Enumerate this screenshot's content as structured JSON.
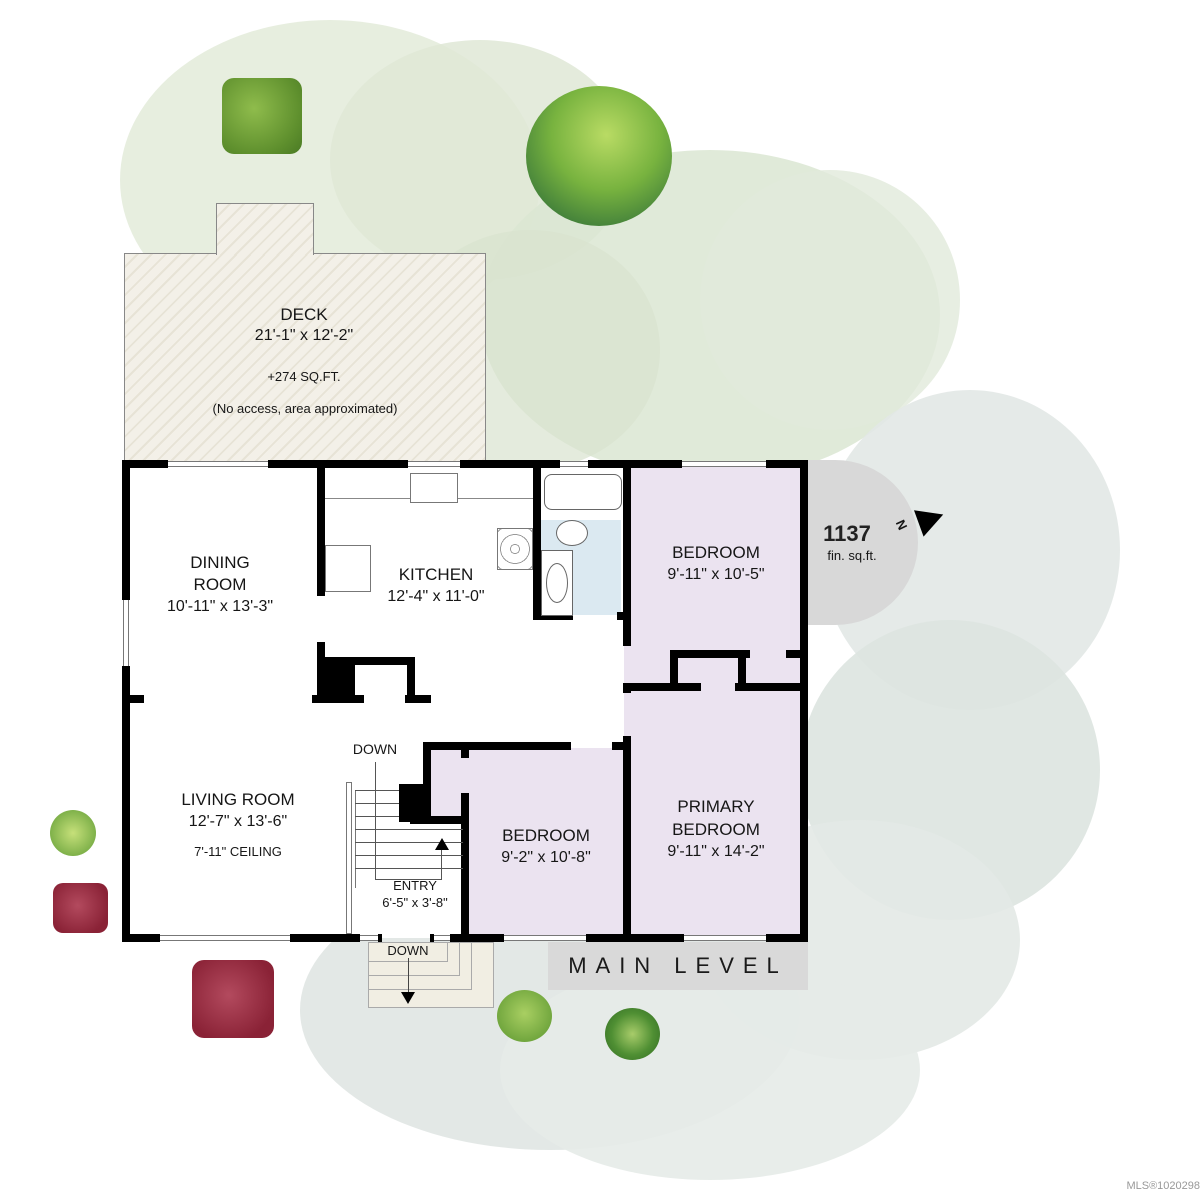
{
  "plan": {
    "level_label": "MAIN LEVEL",
    "finished_area": {
      "value": "1137",
      "unit": "fin. sq.ft."
    },
    "compass": {
      "label": "N",
      "icon": "north-arrow-icon"
    },
    "watermark": "MLS®1020298"
  },
  "rooms": {
    "deck": {
      "name": "DECK",
      "dims": "21'-1\" x 12'-2\"",
      "area": "+274 SQ.FT.",
      "note": "(No access, area approximated)"
    },
    "dining": {
      "name_line1": "DINING",
      "name_line2": "ROOM",
      "dims": "10'-11\" x 13'-3\""
    },
    "kitchen": {
      "name": "KITCHEN",
      "dims": "12'-4\" x 11'-0\""
    },
    "bedroom_ne": {
      "name": "BEDROOM",
      "dims": "9'-11\" x 10'-5\""
    },
    "living": {
      "name": "LIVING ROOM",
      "dims": "12'-7\" x 13'-6\"",
      "note": "7'-11\" CEILING"
    },
    "bedroom_s": {
      "name": "BEDROOM",
      "dims": "9'-2\" x 10'-8\""
    },
    "primary": {
      "name_line1": "PRIMARY",
      "name_line2": "BEDROOM",
      "dims": "9'-11\" x 14'-2\""
    },
    "entry": {
      "name": "ENTRY",
      "dims": "6'-5\" x 3'-8\""
    }
  },
  "stairs": {
    "interior_label": "DOWN",
    "exterior_label": "DOWN"
  },
  "colors": {
    "wall": "#000000",
    "bedroom_floor": "#ebe3f0",
    "bath_floor": "#dbe9f1",
    "deck_floor": "#f2efe6",
    "area_badge": "#d8d8d8",
    "watercolor_green": "#dfe8d6",
    "watercolor_grey": "#dfe5e2"
  }
}
